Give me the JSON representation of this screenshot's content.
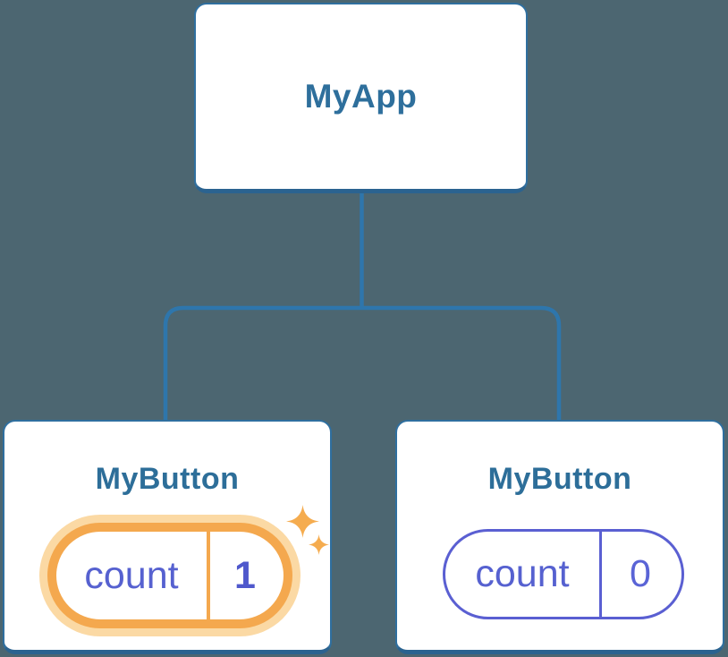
{
  "diagram": {
    "description": "Component tree with state pills",
    "background_color": "#4C6671",
    "connector_color": "#2E76AC",
    "node_border_color": "#2F6F9F",
    "node_title_color": "#2D6E99",
    "root": {
      "label": "MyApp"
    },
    "children": [
      {
        "label": "MyButton",
        "state": {
          "name": "count",
          "value": "1"
        },
        "highlighted": true,
        "pill_color": "#F4A84E",
        "pill_glow_color": "#FBD9A4",
        "state_text_color": "#5661D0",
        "icon": "sparkles-icon",
        "sparkle_color": "#F5AC4F"
      },
      {
        "label": "MyButton",
        "state": {
          "name": "count",
          "value": "0"
        },
        "highlighted": false,
        "pill_color": "#5A5FD2",
        "state_text_color": "#5661D0"
      }
    ]
  }
}
